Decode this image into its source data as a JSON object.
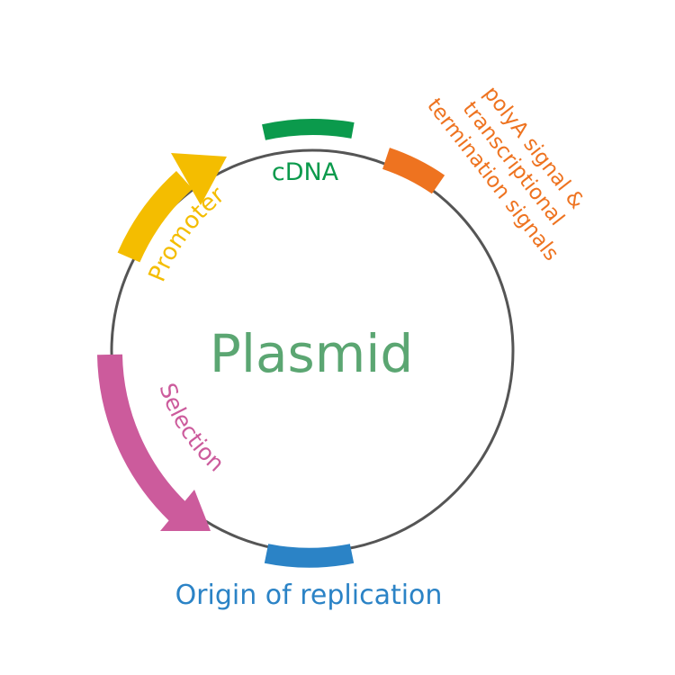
{
  "diagram": {
    "title": "Plasmid",
    "colors": {
      "backbone": "#555555",
      "title": "#5ba672",
      "cdna": "#0b9a4c",
      "polya": "#ee7320",
      "promoter": "#f4bd00",
      "selection": "#cc5b9c",
      "origin": "#2b83c6"
    },
    "features": {
      "cdna": "cDNA",
      "polya": {
        "line1": "polyA signal &",
        "line2": "transcriptional",
        "line3": "termination signals"
      },
      "promoter": "Promoter",
      "selection": "Selection",
      "origin": "Origin of replication"
    }
  }
}
